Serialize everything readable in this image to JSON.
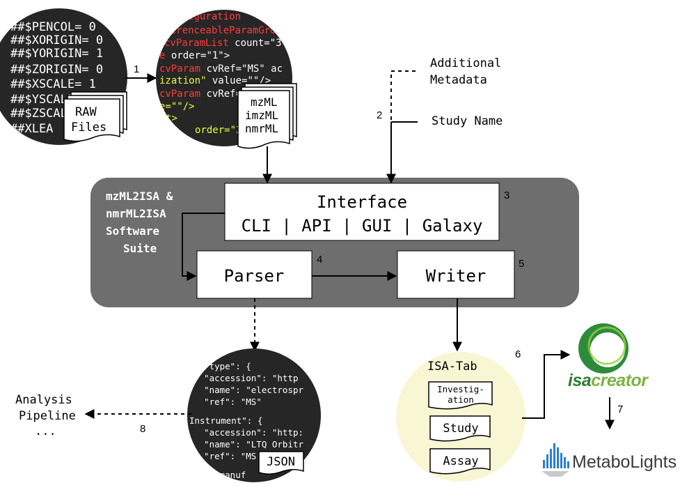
{
  "colors": {
    "suite_bg": "#6e6e6e",
    "dark_circle": "#262626",
    "code_white": "#ffffff",
    "xml_red": "#ff3b3b",
    "xml_yellow": "#e6ff3b",
    "isatab_bg": "#f9f6d4",
    "isacreator_green": "#2e8b3c",
    "metabolights_blue": "#2a7fd4"
  },
  "raw_circle": {
    "lines": [
      "##$PENCOL= 0",
      "##$XORIGIN= 0",
      "##$YORIGIN= 1",
      "##$ZORIGIN= 0",
      "##$XSCALE= 1",
      "##$YSCALE",
      "##$ZSCAL",
      "##XLEA"
    ],
    "doc_label_1": "RAW",
    "doc_label_2": "Files"
  },
  "xml_circle": {
    "lines": [
      {
        "a": "<configuration",
        "b": ""
      },
      {
        "a": "eferenceableParamGroup",
        "b": ""
      },
      {
        "a": "cvParamList",
        "b": " count=\"3\">"
      },
      {
        "a": "e",
        "b": " order=\"1\">"
      },
      {
        "a": "cvParam",
        "b": " cvRef=\"MS\" ac"
      },
      {
        "a": "ization\"",
        "b": " value=\"\"/>"
      },
      {
        "a": "cvParam",
        "b": " cvRef=\"MS\""
      },
      {
        "a": "e=\"\"/>",
        "b": ""
      },
      {
        "a": "t>",
        "b": ""
      },
      {
        "a": "",
        "b": "order=\"2"
      }
    ],
    "doc_lines": [
      "mzML",
      "imzML",
      "nmrML"
    ]
  },
  "json_circle": {
    "lines": [
      "et type\": {",
      "  \"accession\": \"http",
      "  \"name\": \"electrospr",
      "  \"ref\": \"MS\"",
      "",
      "Instrument\": {",
      "  \"accession\": \"http:",
      "  \"name\": \"LTQ Orbitr",
      "  \"ref\": \"MS",
      "",
      "  nt manuf"
    ],
    "doc_label": "JSON"
  },
  "labels": {
    "additional_1": "Additional",
    "additional_2": "Metadata",
    "study_name": "Study Name",
    "suite_1": "mzML2ISA &",
    "suite_2": "nmrML2ISA",
    "suite_3": "Software",
    "suite_4": "Suite",
    "interface_title": "Interface",
    "interface_options": "CLI | API | GUI | Galaxy",
    "parser": "Parser",
    "writer": "Writer",
    "isatab_title": "ISA-Tab",
    "isatab_investigation_1": "Investig-",
    "isatab_investigation_2": "ation",
    "isatab_study": "Study",
    "isatab_assay": "Assay",
    "analysis_1": "Analysis",
    "analysis_2": "Pipeline",
    "analysis_3": "...",
    "isacreator_isa": "isa",
    "isacreator_creator": "creator",
    "metabolights": "MetaboLights"
  },
  "step_numbers": {
    "n1": "1",
    "n2": "2",
    "n3": "3",
    "n4": "4",
    "n5": "5",
    "n6": "6",
    "n7": "7",
    "n8": "8"
  }
}
